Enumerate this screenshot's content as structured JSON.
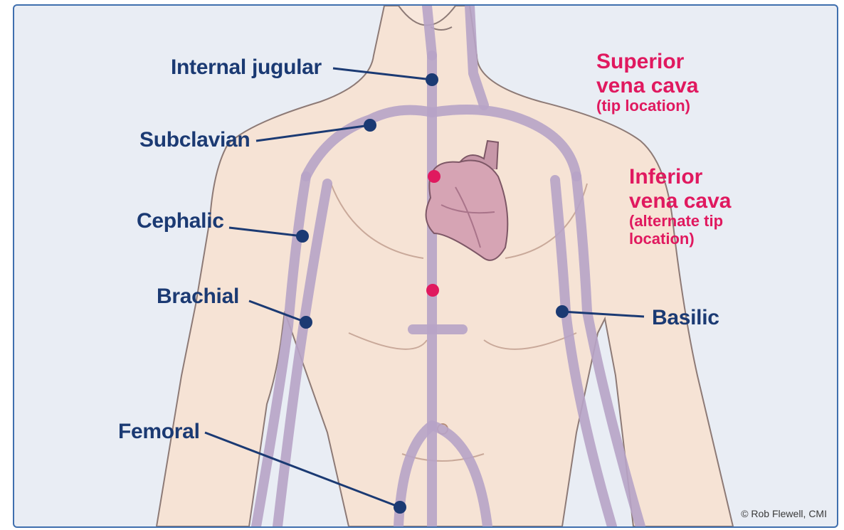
{
  "labels": {
    "internal_jugular": "Internal jugular",
    "subclavian": "Subclavian",
    "cephalic": "Cephalic",
    "brachial": "Brachial",
    "femoral": "Femoral",
    "basilic": "Basilic"
  },
  "superior": {
    "line1": "Superior",
    "line2": "vena cava",
    "line3": "(tip location)"
  },
  "inferior": {
    "line1": "Inferior",
    "line2": "vena cava",
    "line3": "(alternate tip",
    "line4": "location)"
  },
  "credit": "© Rob Flewell, CMI",
  "colors": {
    "label_blue": "#1b3a73",
    "accent_pink": "#e0195f",
    "vein": "#b7a3c6",
    "skin": "#f6e3d5",
    "background": "#e9edf4",
    "border": "#3f6fae"
  }
}
